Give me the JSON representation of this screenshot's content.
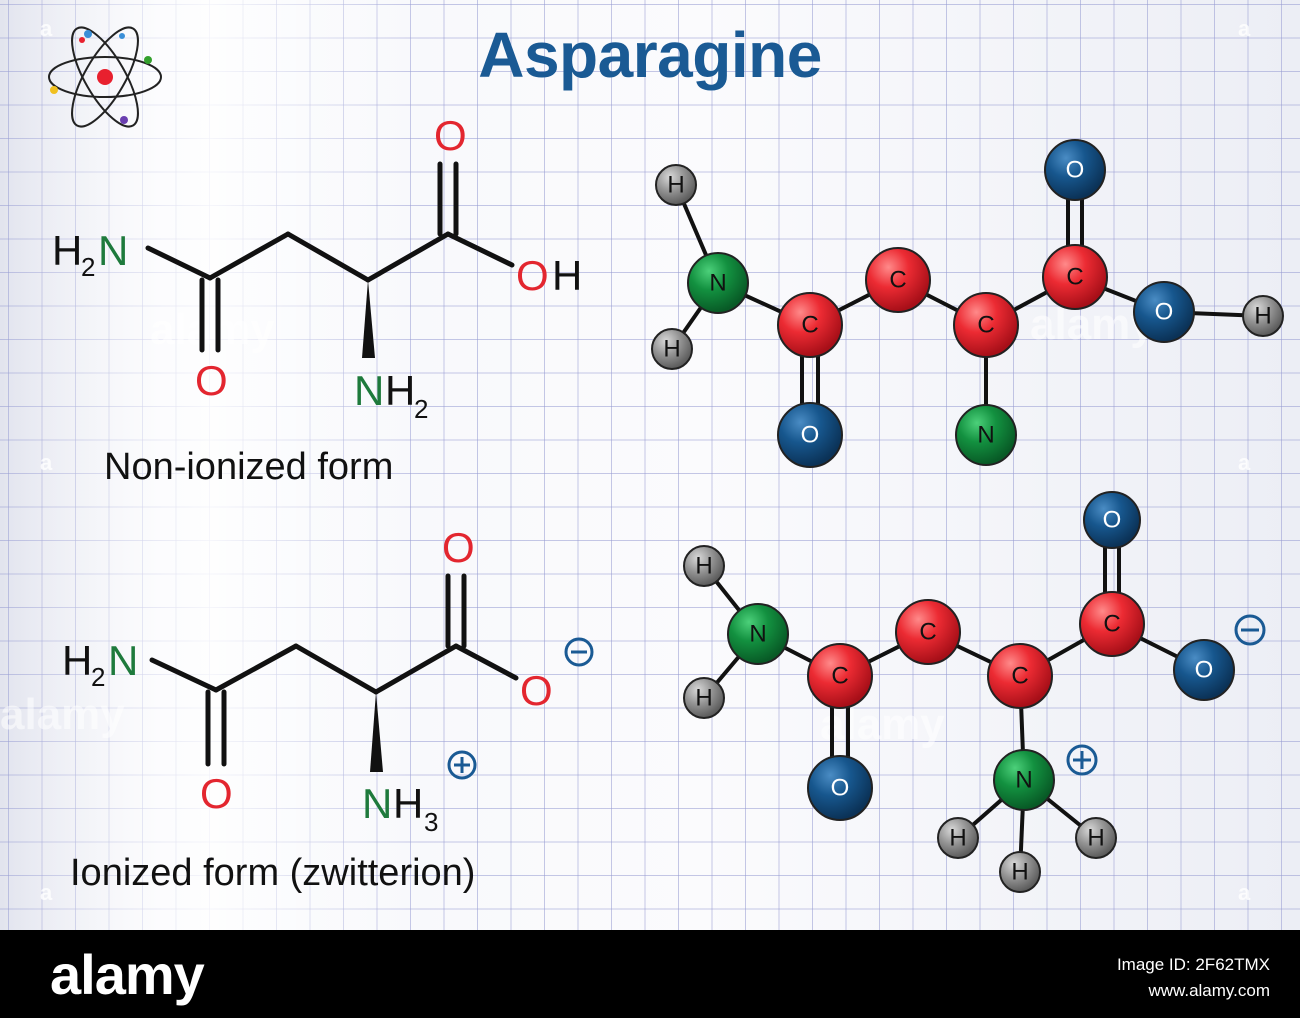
{
  "title": "Asparagine",
  "captions": {
    "non_ionized": "Non-ionized form",
    "ionized": "Ionized form  (zwitterion)"
  },
  "skeletal_top": {
    "amine_h2": "H",
    "amine_sub": "2",
    "amine_n": "N",
    "amide_o": "O",
    "acid_o": "O",
    "oh_o": "O",
    "oh_h": "H",
    "alpha_n": "N",
    "alpha_h": "H",
    "alpha_sub": "2"
  },
  "skeletal_bottom": {
    "amine_h2": "H",
    "amine_sub": "2",
    "amine_n": "N",
    "amide_o": "O",
    "acid_o": "O",
    "carboxylate_o": "O",
    "alpha_n": "N",
    "alpha_h": "H",
    "alpha_sub": "3",
    "minus": "−",
    "plus": "+"
  },
  "ball_top": {
    "atoms": [
      "H",
      "N",
      "H",
      "C",
      "O",
      "C",
      "C",
      "N",
      "C",
      "O",
      "O",
      "H"
    ]
  },
  "ball_bottom": {
    "atoms": [
      "H",
      "N",
      "H",
      "C",
      "O",
      "C",
      "C",
      "N",
      "H",
      "H",
      "H",
      "C",
      "O",
      "O"
    ],
    "minus": "−",
    "plus": "+"
  },
  "colors": {
    "title": "#1a5a94",
    "carbon": "#e8202e",
    "oxygen": "#145285",
    "nitrogen": "#12903c",
    "hydrogen": "#8c8c8c",
    "text_oxygen": "#e3262f",
    "text_nitrogen": "#1e7a3c"
  },
  "watermark": "alamy",
  "footer": {
    "logo": "alamy",
    "image_id": "Image ID: 2F62TMX",
    "url": "www.alamy.com"
  }
}
